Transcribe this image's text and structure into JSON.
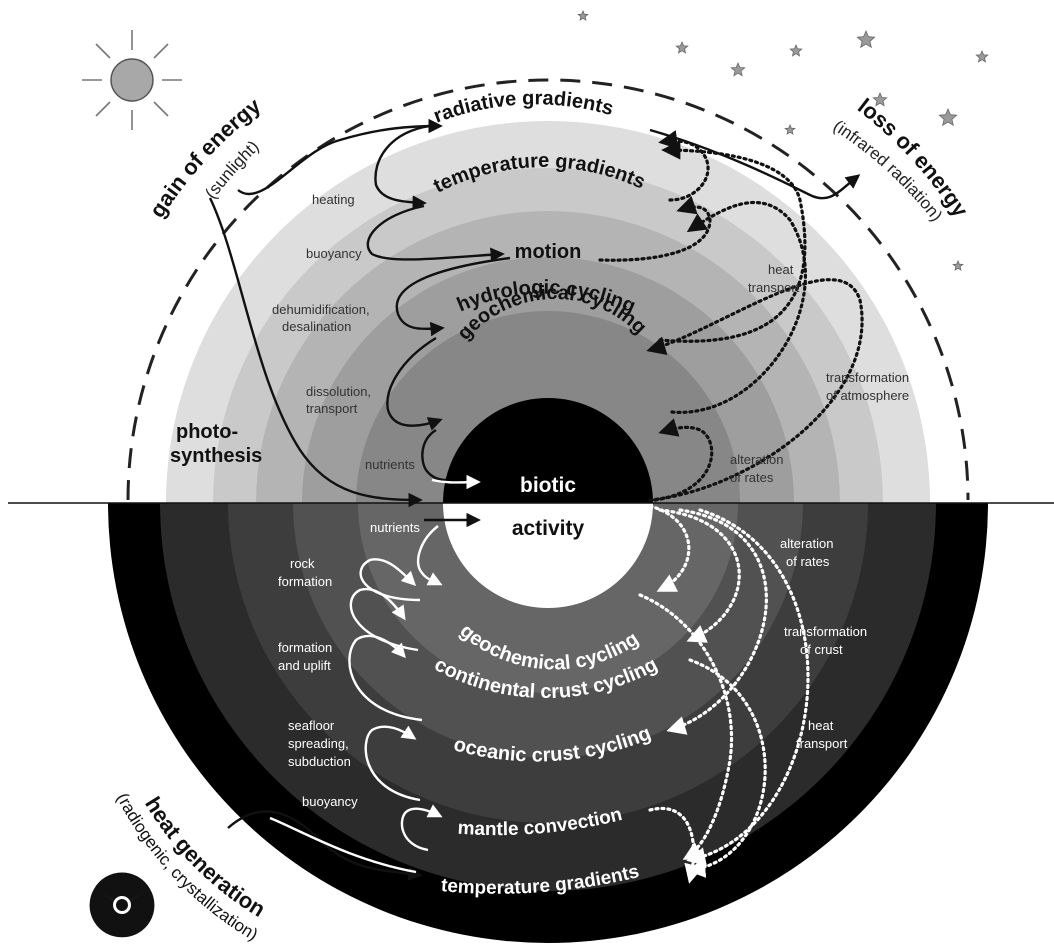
{
  "energy": {
    "gain": "gain of energy",
    "gain_sub": "(sunlight)",
    "loss": "loss of energy",
    "loss_sub": "(infrared radiation)",
    "heat_gen": "heat generation",
    "heat_gen_sub": "(radiogenic, crystallization)",
    "photo_1": "photo-",
    "photo_2": "synthesis"
  },
  "atmosphere": {
    "radiative": "radiative gradients",
    "temperature": "temperature gradients",
    "motion": "motion",
    "hydrologic": "hydrologic cycling",
    "geochemical": "geochemical cycling"
  },
  "atmosphere_processes": {
    "heating": "heating",
    "buoyancy": "buoyancy",
    "dehumid_1": "dehumidification,",
    "dehumid_2": "desalination",
    "dissolution_1": "dissolution,",
    "dissolution_2": "transport",
    "nutrients": "nutrients",
    "heat_transport_1": "heat",
    "heat_transport_2": "transport",
    "transform_1": "transformation",
    "transform_2": "of atmosphere",
    "alteration_1": "alteration",
    "alteration_2": "of rates"
  },
  "core": {
    "biotic": "biotic",
    "activity": "activity"
  },
  "solid_earth": {
    "geochemical": "geochemical cycling",
    "continental": "continental crust cycling",
    "oceanic": "oceanic crust cycling",
    "mantle": "mantle convection",
    "temperature": "temperature gradients"
  },
  "solid_processes": {
    "nutrients": "nutrients",
    "rock_1": "rock",
    "rock_2": "formation",
    "uplift_1": "formation",
    "uplift_2": "and uplift",
    "seafloor_1": "seafloor",
    "seafloor_2": "spreading,",
    "seafloor_3": "subduction",
    "buoyancy": "buoyancy",
    "alteration_1": "alteration",
    "alteration_2": "of rates",
    "transform_1": "transformation",
    "transform_2": "of crust",
    "heat_1": "heat",
    "heat_2": "transport"
  },
  "icons": {
    "sun": "sun-icon",
    "stars": "star-icon",
    "radiation": "radiation-trefoil-icon"
  },
  "colors": {
    "ring_outer": "#dcdcdc",
    "ring_2": "#c8c8c8",
    "ring_3": "#b3b3b3",
    "ring_4": "#9d9d9d",
    "ring_5": "#868686",
    "solid_1": "#000000",
    "solid_2": "#2b2b2b",
    "solid_3": "#3e3e3e",
    "solid_4": "#525252",
    "solid_5": "#666666",
    "solid_6": "#7a7a7a"
  }
}
